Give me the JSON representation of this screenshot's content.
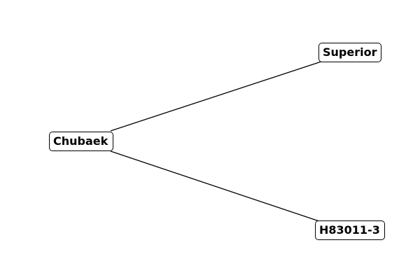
{
  "diagram": {
    "nodes": [
      {
        "id": "chubaek",
        "label": "Chubaek"
      },
      {
        "id": "superior",
        "label": "Superior"
      },
      {
        "id": "h83011",
        "label": "H83011-3"
      }
    ],
    "edges": [
      {
        "from": "chubaek",
        "to": "superior"
      },
      {
        "from": "chubaek",
        "to": "h83011"
      }
    ]
  }
}
